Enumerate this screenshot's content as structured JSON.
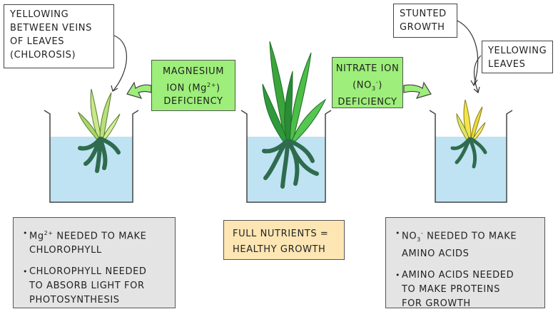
{
  "labels": {
    "left_callout": [
      "YELLOWING",
      "BETWEEN VEINS",
      "OF LEAVES",
      "(CHLOROSIS)"
    ],
    "stunted": [
      "STUNTED",
      "GROWTH"
    ],
    "yellow_leaves": [
      "YELLOWING",
      "LEAVES"
    ]
  },
  "magnesium_box": {
    "line1": "MAGNESIUM",
    "line2_pre": "ION (Mg",
    "line2_sup": "2+",
    "line2_post": ")",
    "line3": "DEFICIENCY"
  },
  "nitrate_box": {
    "line1": "NITRATE ION",
    "line2_pre": "(NO",
    "line2_sub": "3",
    "line2_sup": "-",
    "line2_post": ")",
    "line3": "DEFICIENCY"
  },
  "left_info": {
    "b1_pre": "Mg",
    "b1_sup": "2+",
    "b1_post": " NEEDED TO MAKE",
    "b1_line2": "CHLOROPHYLL",
    "b2": [
      "CHLOROPHYLL  NEEDED",
      "TO ABSORB LIGHT FOR",
      "PHOTOSYNTHESIS"
    ]
  },
  "center_info": [
    "FULL NUTRIENTS =",
    "HEALTHY GROWTH"
  ],
  "right_info": {
    "b1_pre": "NO",
    "b1_sub": "3",
    "b1_sup": "-",
    "b1_post": "  NEEDED TO MAKE",
    "b1_line2": "AMINO  ACIDS",
    "b2": [
      "AMINO ACIDS NEEDED",
      "TO MAKE PROTEINS",
      "FOR GROWTH"
    ]
  },
  "colors": {
    "water": "#bfe3f2",
    "root": "#2f6b4e",
    "healthy_leaf": "#3aa63a",
    "mg_leaf": "#b9e07a",
    "n_leaf": "#f1e64a",
    "arrow_fill": "#9dee7a"
  }
}
